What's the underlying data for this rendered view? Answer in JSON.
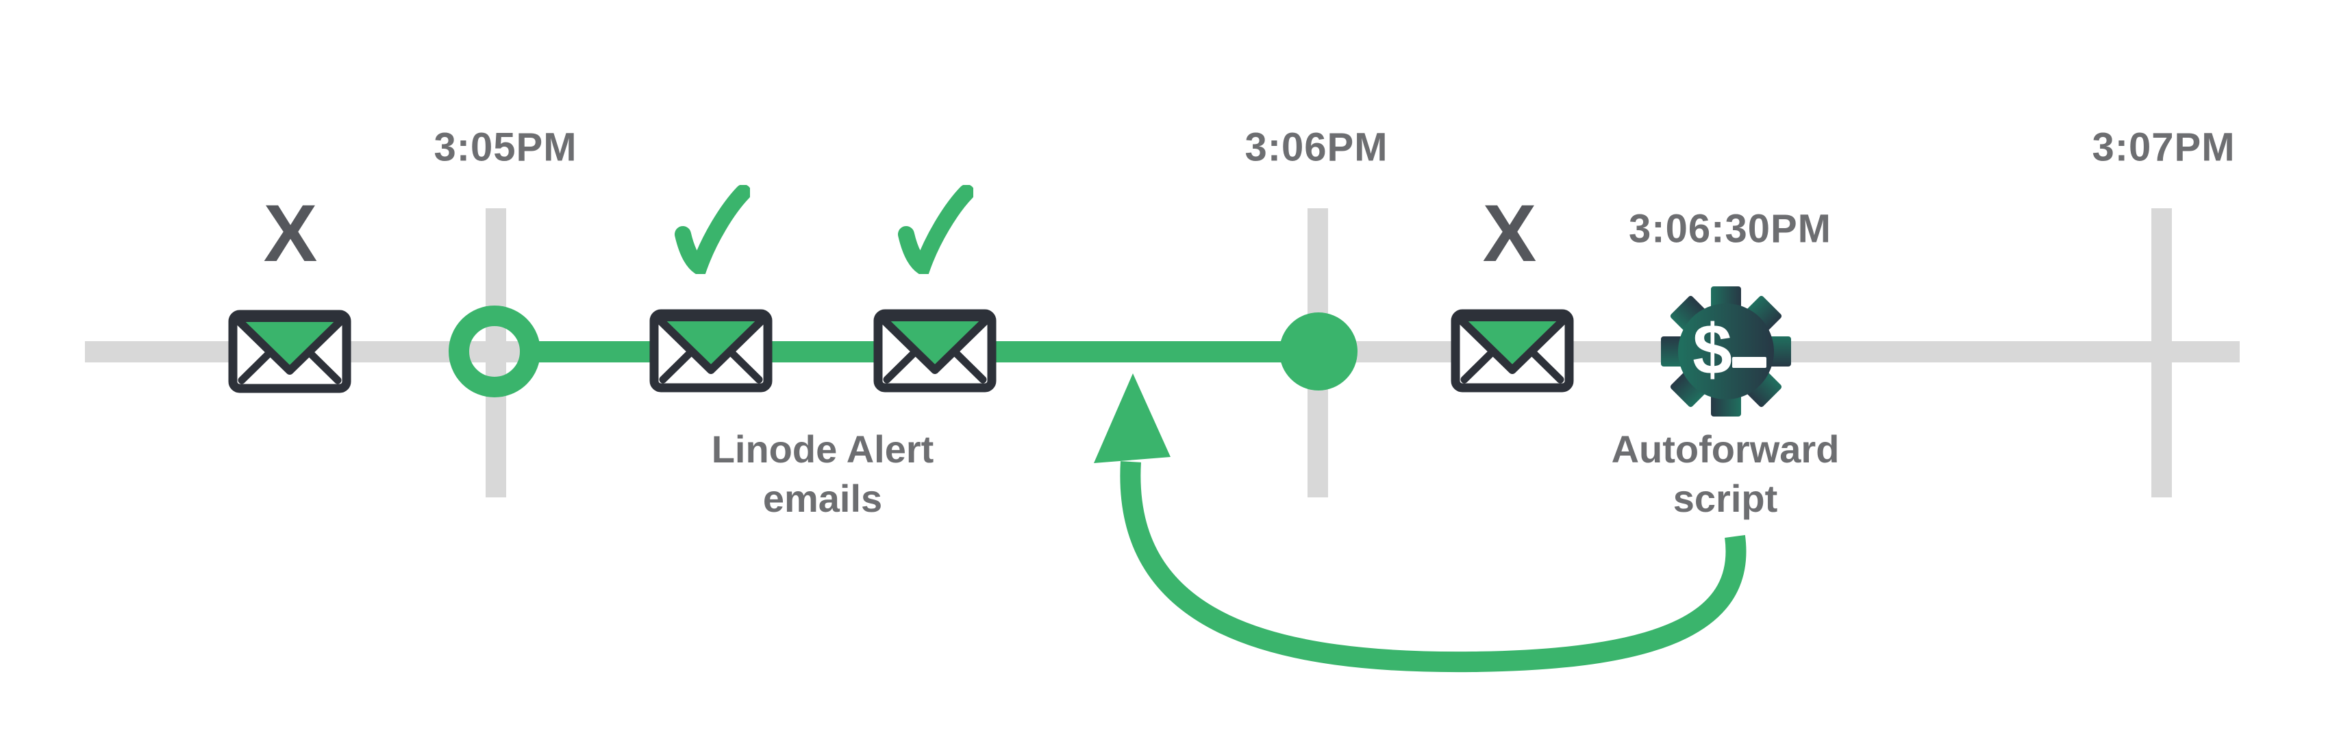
{
  "timeline": {
    "ticks": [
      {
        "label": "3:05PM"
      },
      {
        "label": "3:06PM"
      },
      {
        "label": "3:07PM"
      }
    ]
  },
  "event": {
    "time_label": "3:06:30PM",
    "caption_line1": "Autoforward",
    "caption_line2": "script"
  },
  "alerts": {
    "caption_line1": "Linode Alert",
    "caption_line2": "emails"
  },
  "markers": {
    "missed": "X"
  },
  "icons": {
    "envelope": "envelope-icon",
    "checkmark": "checkmark-icon",
    "gear_dollar": "gear-dollar-script-icon",
    "ring": "timeline-start-ring-marker",
    "dot": "timeline-end-dot-marker",
    "arrow": "loopback-arrow"
  },
  "colors": {
    "green": "#3ab46c",
    "track_gray": "#d8d8d8",
    "text_gray": "#6d6e71",
    "x_gray": "#55575c",
    "envelope_outline": "#2d3139",
    "gear_teal": "#20705f",
    "gear_slate": "#273845",
    "background": "#ffffff"
  }
}
